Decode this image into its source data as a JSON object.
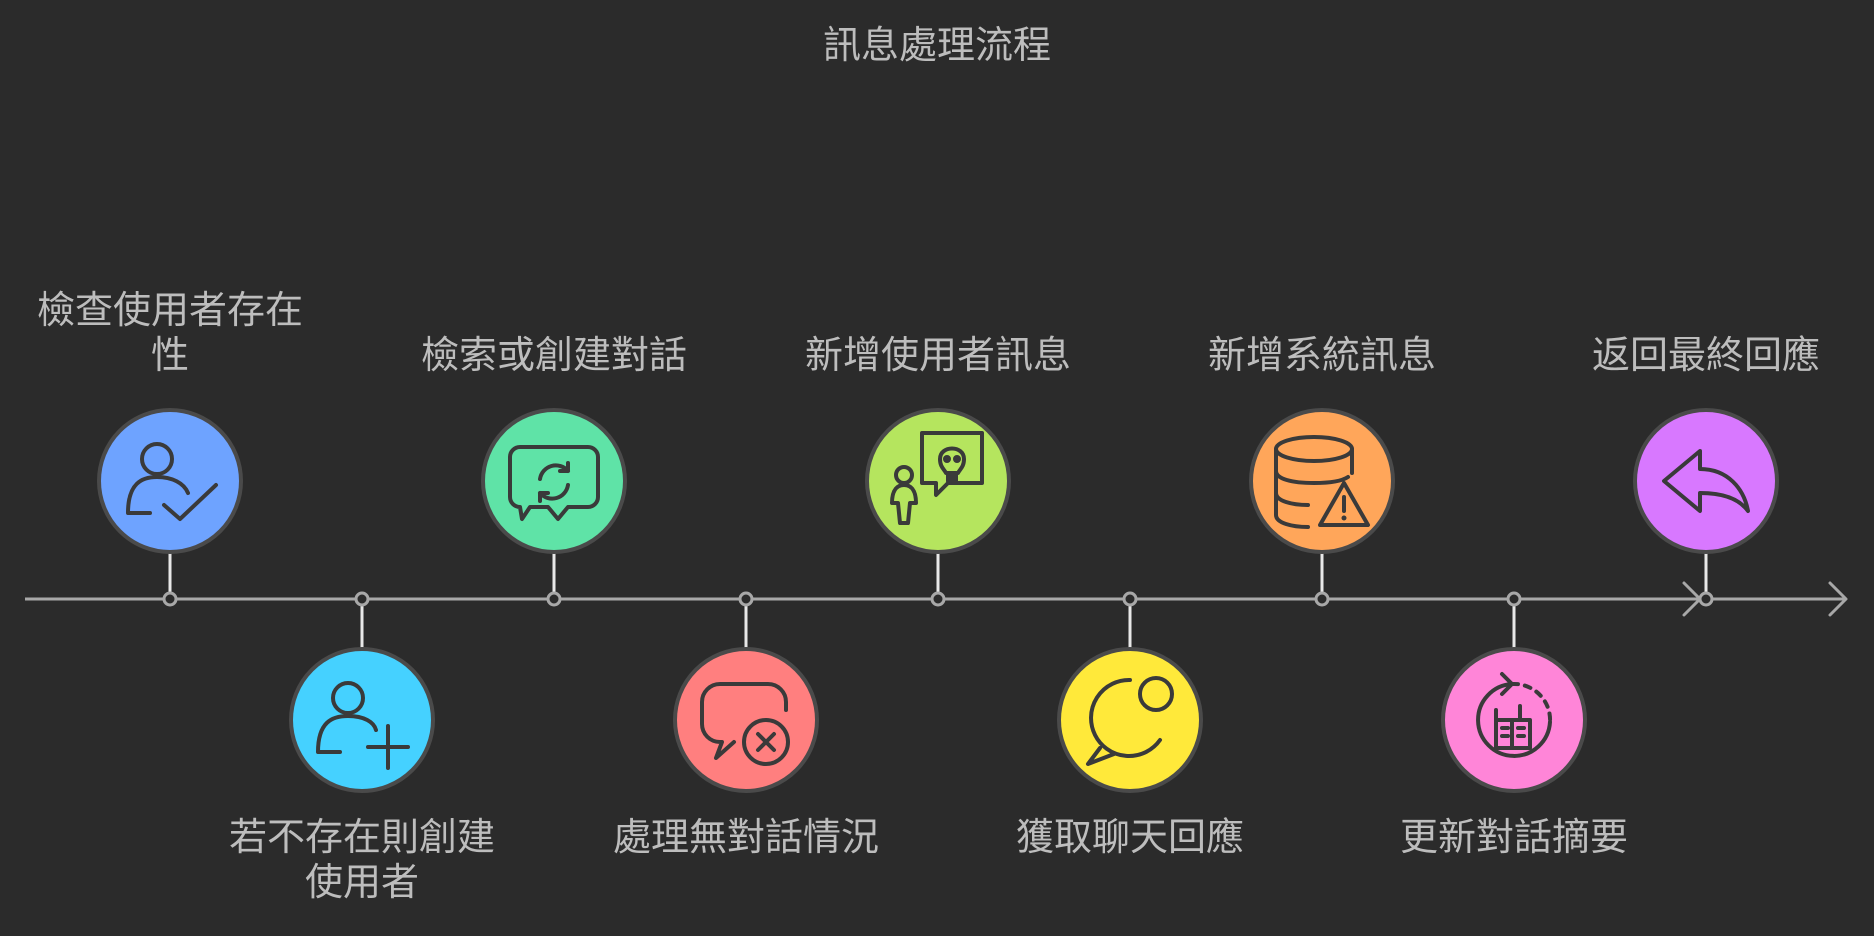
{
  "title": "訊息處理流程",
  "steps": [
    {
      "label": "檢查使用者存在性",
      "color": "#6ea3ff",
      "icon": "user-check-icon"
    },
    {
      "label": "若不存在則創建使用者",
      "color": "#45d1ff",
      "icon": "user-add-icon"
    },
    {
      "label": "檢索或創建對話",
      "color": "#5fe3a7",
      "icon": "chat-refresh-icon"
    },
    {
      "label": "處理無對話情況",
      "color": "#ff7f7f",
      "icon": "chat-error-icon"
    },
    {
      "label": "新增使用者訊息",
      "color": "#b5e55e",
      "icon": "user-chat-icon"
    },
    {
      "label": "獲取聊天回應",
      "color": "#ffe93a",
      "icon": "chat-bubble-icon"
    },
    {
      "label": "新增系統訊息",
      "color": "#ffa65a",
      "icon": "database-warning-icon"
    },
    {
      "label": "更新對話摘要",
      "color": "#ff85d8",
      "icon": "summary-refresh-icon"
    },
    {
      "label": "返回最終回應",
      "color": "#d878ff",
      "icon": "reply-arrow-icon"
    }
  ]
}
